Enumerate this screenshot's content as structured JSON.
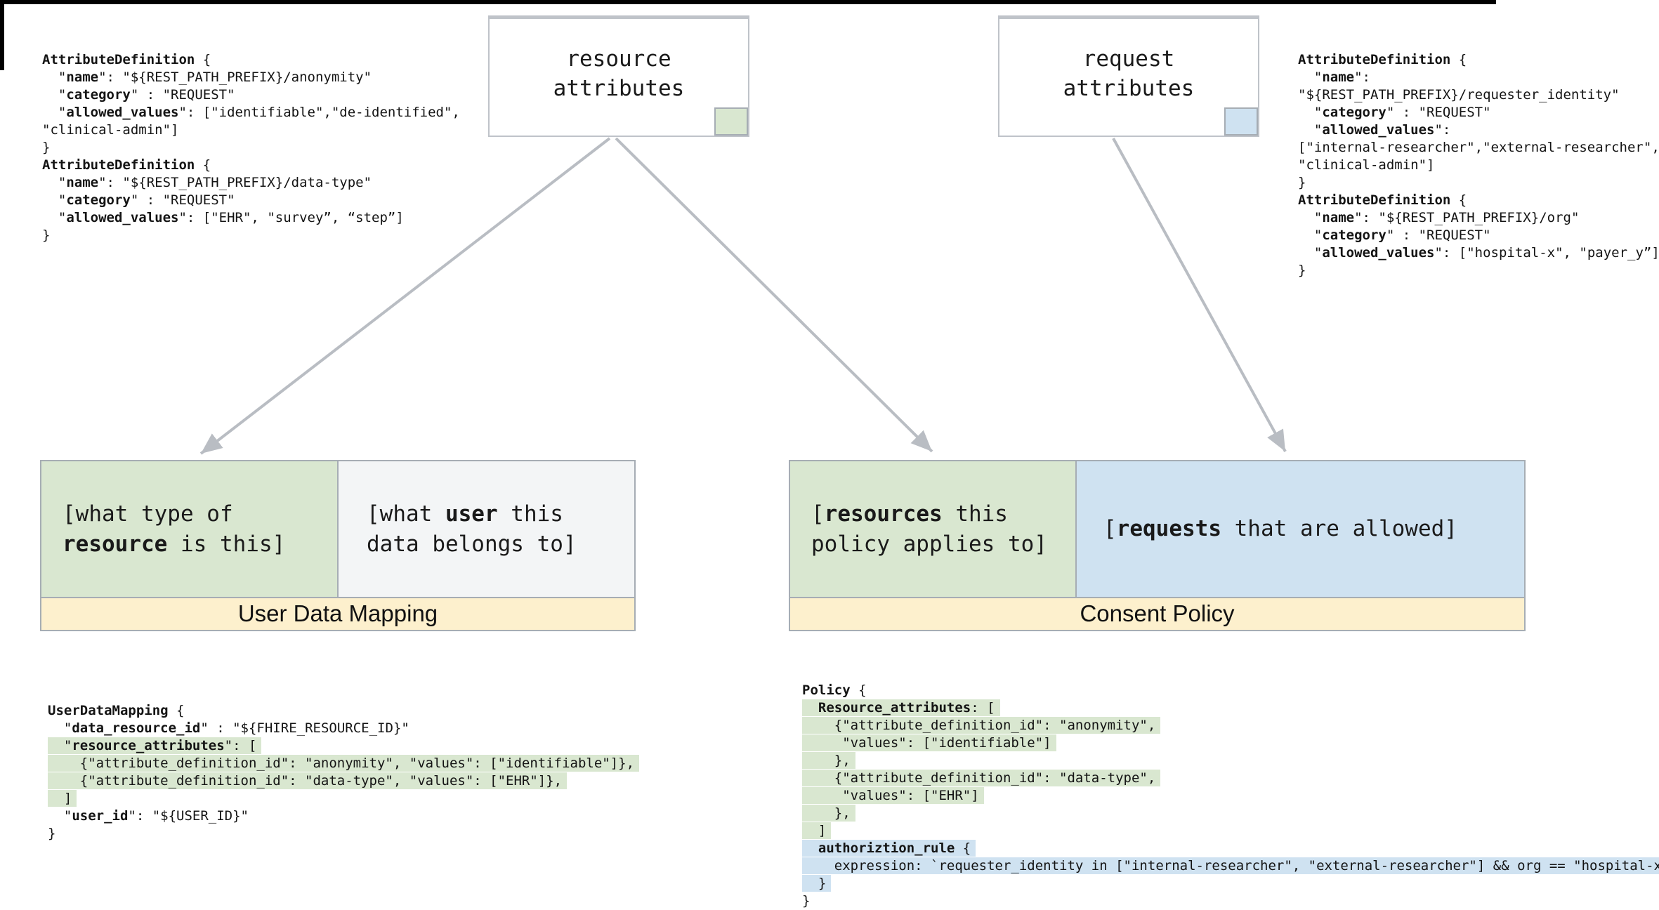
{
  "colors": {
    "highlight_green": "#d9e7d0",
    "highlight_blue": "#cfe2f1",
    "band_yellow": "#fdf0cd",
    "arrow_gray": "#b9bdc3",
    "border_gray": "#a6adb4"
  },
  "nodes": {
    "resource": {
      "label": "resource\nattributes"
    },
    "request": {
      "label": "request\nattributes"
    }
  },
  "mapping": {
    "udm": {
      "title": "User Data Mapping",
      "left_cell": {
        "seg": [
          [
            "[what type of\n",
            0
          ],
          [
            "resource",
            1
          ],
          [
            " is this]",
            0
          ]
        ]
      },
      "right_cell": {
        "seg": [
          [
            "[what ",
            0
          ],
          [
            "user",
            1
          ],
          [
            " this\ndata belongs to]",
            0
          ]
        ]
      }
    },
    "consent": {
      "title": "Consent Policy",
      "left_cell": {
        "seg": [
          [
            "[",
            0
          ],
          [
            "resources",
            1
          ],
          [
            " this\npolicy applies to]",
            0
          ]
        ]
      },
      "right_cell": {
        "seg": [
          [
            "[",
            0
          ],
          [
            "requests",
            1
          ],
          [
            " that are allowed]",
            0
          ]
        ]
      }
    }
  },
  "code_blocks": {
    "attr_def_left": {
      "lines": [
        {
          "seg": [
            [
              "AttributeDefinition",
              1
            ],
            [
              " {",
              0
            ]
          ]
        },
        {
          "seg": [
            [
              "  \"",
              0
            ],
            [
              "name",
              1
            ],
            [
              "\": \"${REST_PATH_PREFIX}/anonymity\"",
              0
            ]
          ]
        },
        {
          "seg": [
            [
              "  \"",
              0
            ],
            [
              "category",
              1
            ],
            [
              "\" : \"REQUEST\"",
              0
            ]
          ]
        },
        {
          "seg": [
            [
              "  \"",
              0
            ],
            [
              "allowed_values",
              1
            ],
            [
              "\": [\"identifiable\",\"de-identified\",",
              0
            ]
          ]
        },
        {
          "seg": [
            [
              "\"clinical-admin\"]",
              0
            ]
          ]
        },
        {
          "seg": [
            [
              "}",
              0
            ]
          ]
        },
        {
          "seg": [
            [
              "AttributeDefinition",
              1
            ],
            [
              " {",
              0
            ]
          ]
        },
        {
          "seg": [
            [
              "  \"",
              0
            ],
            [
              "name",
              1
            ],
            [
              "\": \"${REST_PATH_PREFIX}/data-type\"",
              0
            ]
          ]
        },
        {
          "seg": [
            [
              "  \"",
              0
            ],
            [
              "category",
              1
            ],
            [
              "\" : \"REQUEST\"",
              0
            ]
          ]
        },
        {
          "seg": [
            [
              "  \"",
              0
            ],
            [
              "allowed_values",
              1
            ],
            [
              "\": [\"EHR\", \"survey”, “step”]",
              0
            ]
          ]
        },
        {
          "seg": [
            [
              "}",
              0
            ]
          ]
        }
      ]
    },
    "attr_def_right": {
      "lines": [
        {
          "seg": [
            [
              "AttributeDefinition",
              1
            ],
            [
              " {",
              0
            ]
          ]
        },
        {
          "seg": [
            [
              "  \"",
              0
            ],
            [
              "name",
              1
            ],
            [
              "\":",
              0
            ]
          ]
        },
        {
          "seg": [
            [
              "\"${REST_PATH_PREFIX}/requester_identity\"",
              0
            ]
          ]
        },
        {
          "seg": [
            [
              "  \"",
              0
            ],
            [
              "category",
              1
            ],
            [
              "\" : \"REQUEST\"",
              0
            ]
          ]
        },
        {
          "seg": [
            [
              "  \"",
              0
            ],
            [
              "allowed_values",
              1
            ],
            [
              "\":",
              0
            ]
          ]
        },
        {
          "seg": [
            [
              "[\"internal-researcher\",\"external-researcher\",",
              0
            ]
          ]
        },
        {
          "seg": [
            [
              "\"clinical-admin\"]",
              0
            ]
          ]
        },
        {
          "seg": [
            [
              "}",
              0
            ]
          ]
        },
        {
          "seg": [
            [
              "AttributeDefinition",
              1
            ],
            [
              " {",
              0
            ]
          ]
        },
        {
          "seg": [
            [
              "  \"",
              0
            ],
            [
              "name",
              1
            ],
            [
              "\": \"${REST_PATH_PREFIX}/org\"",
              0
            ]
          ]
        },
        {
          "seg": [
            [
              "  \"",
              0
            ],
            [
              "category",
              1
            ],
            [
              "\" : \"REQUEST\"",
              0
            ]
          ]
        },
        {
          "seg": [
            [
              "  \"",
              0
            ],
            [
              "allowed_values",
              1
            ],
            [
              "\": [\"hospital-x\", \"payer_y”]",
              0
            ]
          ]
        },
        {
          "seg": [
            [
              "}",
              0
            ]
          ]
        }
      ]
    },
    "user_data_mapping": {
      "lines": [
        {
          "seg": [
            [
              "UserDataMapping",
              1
            ],
            [
              " {",
              0
            ]
          ]
        },
        {
          "seg": [
            [
              "  \"",
              0
            ],
            [
              "data_resource_id",
              1
            ],
            [
              "\" : \"${FHIRE_RESOURCE_ID}\"",
              0
            ]
          ]
        },
        {
          "hl": "green",
          "seg": [
            [
              "  \"",
              0
            ],
            [
              "resource_attributes",
              1
            ],
            [
              "\": [",
              0
            ]
          ]
        },
        {
          "hl": "green",
          "seg": [
            [
              "    {\"attribute_definition_id\": \"anonymity\", \"values\": [\"identifiable\"]},",
              0
            ]
          ]
        },
        {
          "hl": "green",
          "seg": [
            [
              "    {\"attribute_definition_id\": \"data-type\", \"values\": [\"EHR\"]},",
              0
            ]
          ]
        },
        {
          "hl": "green",
          "seg": [
            [
              "  ]",
              0
            ]
          ]
        },
        {
          "seg": [
            [
              "  \"",
              0
            ],
            [
              "user_id",
              1
            ],
            [
              "\": \"${USER_ID}\"",
              0
            ]
          ]
        },
        {
          "seg": [
            [
              "}",
              0
            ]
          ]
        }
      ]
    },
    "policy": {
      "lines": [
        {
          "seg": [
            [
              "Policy",
              1
            ],
            [
              " {",
              0
            ]
          ]
        },
        {
          "hl": "green",
          "seg": [
            [
              "  ",
              0
            ],
            [
              "Resource_attributes",
              1
            ],
            [
              ": [",
              0
            ]
          ]
        },
        {
          "hl": "green",
          "seg": [
            [
              "    {\"attribute_definition_id\": \"anonymity\",",
              0
            ]
          ]
        },
        {
          "hl": "green",
          "seg": [
            [
              "     \"values\": [\"identifiable\"]",
              0
            ]
          ]
        },
        {
          "hl": "green",
          "seg": [
            [
              "    },",
              0
            ]
          ]
        },
        {
          "hl": "green",
          "seg": [
            [
              "    {\"attribute_definition_id\": \"data-type\",",
              0
            ]
          ]
        },
        {
          "hl": "green",
          "seg": [
            [
              "     \"values\": [\"EHR\"]",
              0
            ]
          ]
        },
        {
          "hl": "green",
          "seg": [
            [
              "    },",
              0
            ]
          ]
        },
        {
          "hl": "green",
          "seg": [
            [
              "  ]",
              0
            ]
          ]
        },
        {
          "hl": "blue",
          "seg": [
            [
              "  ",
              0
            ],
            [
              "authoriztion_rule",
              1
            ],
            [
              " {",
              0
            ]
          ]
        },
        {
          "hl": "blue",
          "seg": [
            [
              "    expression: `requester_identity in [\"internal-researcher\", \"external-researcher\"] && org == \"hospital-x\"`",
              0
            ]
          ]
        },
        {
          "hl": "blue",
          "seg": [
            [
              "  }",
              0
            ]
          ]
        },
        {
          "seg": [
            [
              "}",
              0
            ]
          ]
        }
      ]
    }
  }
}
